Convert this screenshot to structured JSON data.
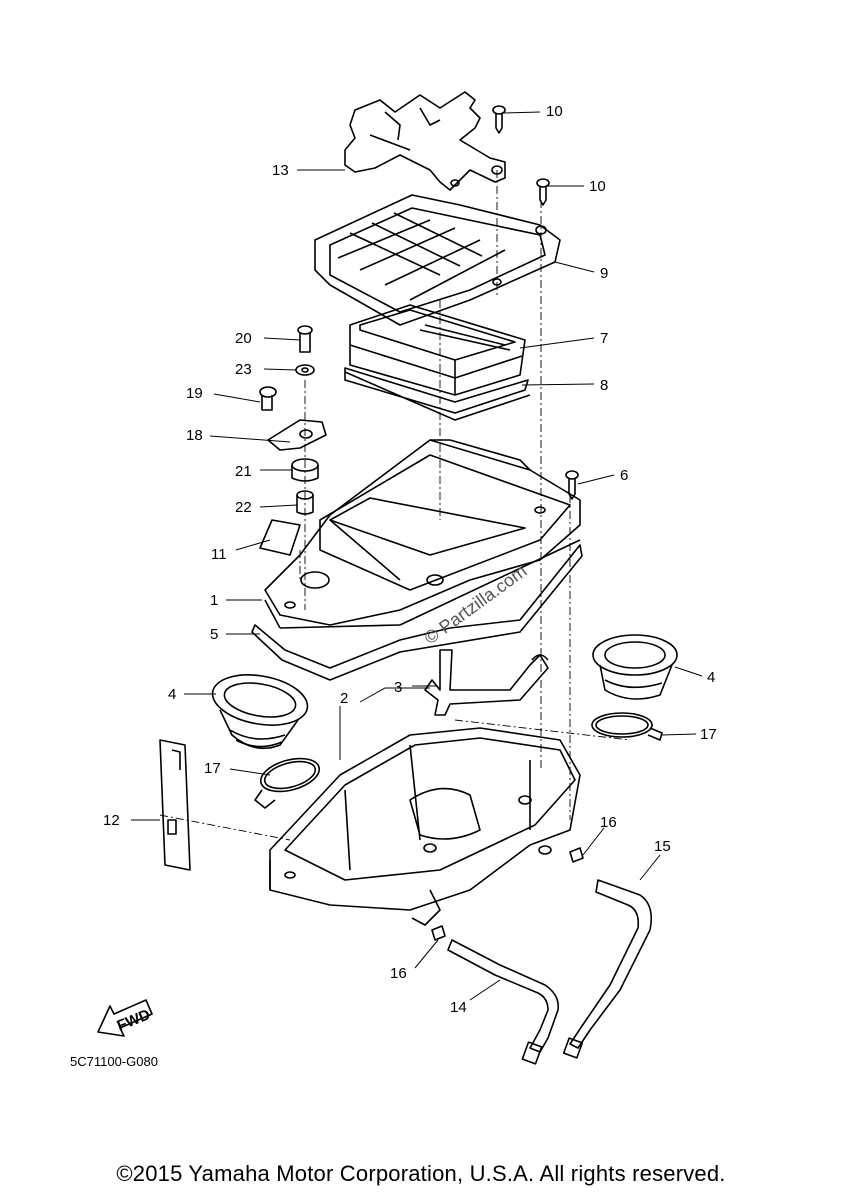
{
  "callouts": [
    {
      "label": "10"
    },
    {
      "label": "13"
    },
    {
      "label": "10"
    },
    {
      "label": "9"
    },
    {
      "label": "7"
    },
    {
      "label": "20"
    },
    {
      "label": "23"
    },
    {
      "label": "8"
    },
    {
      "label": "19"
    },
    {
      "label": "18"
    },
    {
      "label": "21"
    },
    {
      "label": "6"
    },
    {
      "label": "22"
    },
    {
      "label": "11"
    },
    {
      "label": "1"
    },
    {
      "label": "5"
    },
    {
      "label": "4"
    },
    {
      "label": "3"
    },
    {
      "label": "4"
    },
    {
      "label": "2"
    },
    {
      "label": "17"
    },
    {
      "label": "17"
    },
    {
      "label": "12"
    },
    {
      "label": "16"
    },
    {
      "label": "15"
    },
    {
      "label": "16"
    },
    {
      "label": "14"
    }
  ],
  "diagram_code": "5C71100-G080",
  "fwd_label": "FWD",
  "watermark": "© Partzilla.com",
  "copyright": "©2015 Yamaha Motor Corporation, U.S.A. All rights reserved."
}
